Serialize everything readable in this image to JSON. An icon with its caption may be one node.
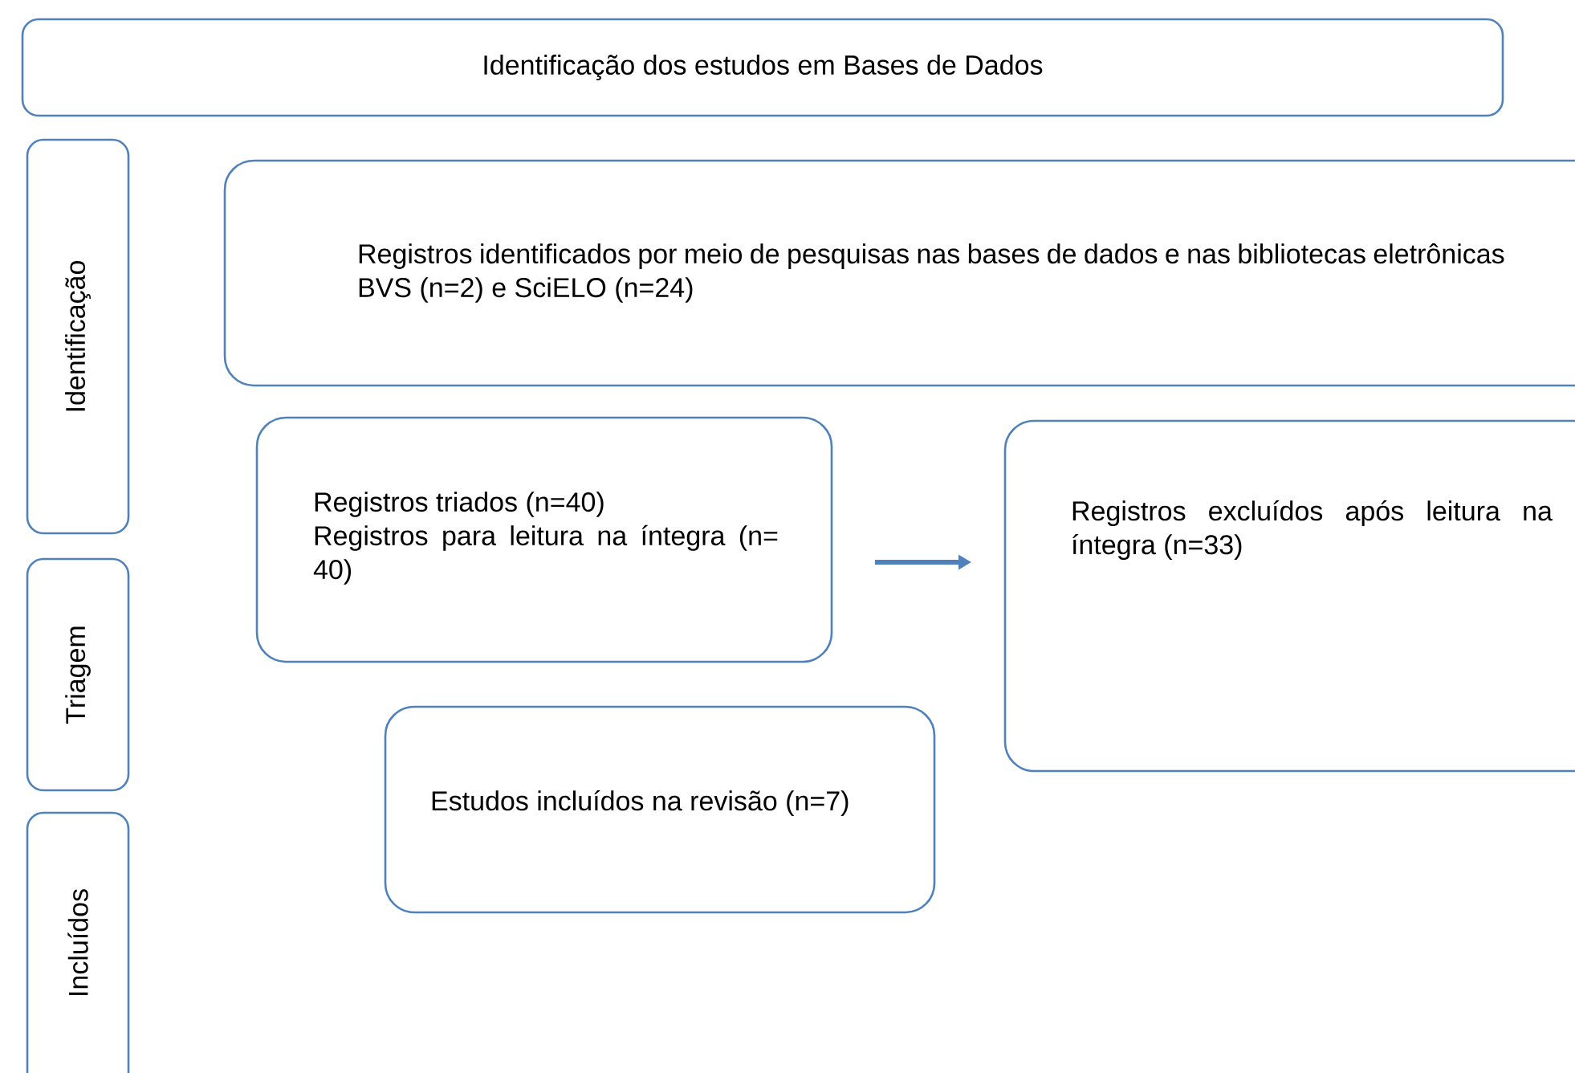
{
  "diagram": {
    "nodes": [
      {
        "text": [
          "Identificação dos estudos em Bases de Dados"
        ]
      },
      {
        "text": [
          "Identificação"
        ]
      },
      {
        "text": [
          "Triagem"
        ]
      },
      {
        "text": [
          "Incluídos"
        ]
      },
      {
        "text": [
          "Registros identificados por meio de pesquisas nas bases de dados e nas bibliotecas eletrônicas BVS (n=2) e SciELO (n=24)"
        ]
      },
      {
        "text": [
          "Registros triados (n=40)",
          "Registros para leitura na íntegra (n= 40)"
        ]
      },
      {
        "text": [
          "Registros excluídos após leitura na íntegra (n=33)"
        ]
      },
      {
        "text": [
          "Estudos incluídos na revisão (n=7)"
        ]
      }
    ],
    "edges": [
      {
        "from": 5,
        "to": 6,
        "arrow": "to"
      }
    ]
  }
}
